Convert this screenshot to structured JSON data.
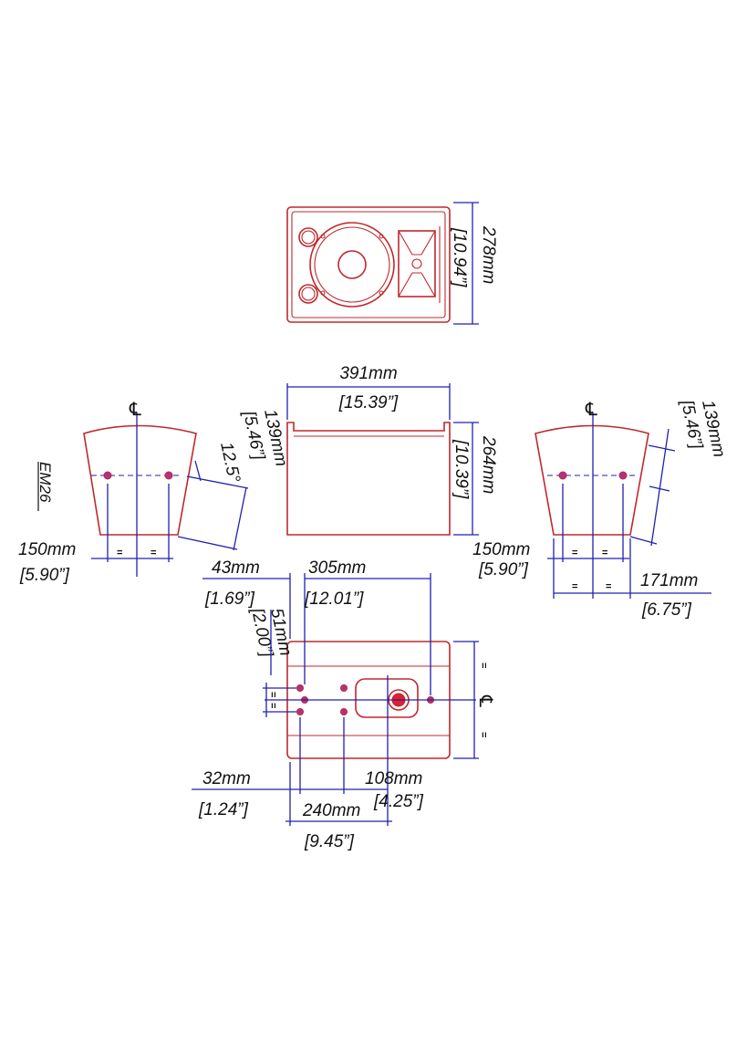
{
  "model_label": "EM26",
  "centerline_symbol": "℄",
  "equal_mark": "=",
  "front_view": {
    "height_mm": "278mm",
    "height_in": "[10.94”]"
  },
  "top_view": {
    "width_mm": "391mm",
    "width_in": "[15.39”]",
    "depth_mm": "264mm",
    "depth_in": "[10.39”]"
  },
  "left_side_view": {
    "slant_mm": "139mm",
    "slant_in": "[5.46”]",
    "angle": "12.5°",
    "base_mm": "150mm",
    "base_in": "[5.90”]"
  },
  "right_side_view": {
    "slant_mm": "139mm",
    "slant_in": "[5.46”]",
    "base_mm": "150mm",
    "base_in": "[5.90”]",
    "outer_mm": "171mm",
    "outer_in": "[6.75”]"
  },
  "bottom_view": {
    "offset_mm": "43mm",
    "offset_in": "[1.69”]",
    "span_mm": "305mm",
    "span_in": "[12.01”]",
    "vert_mm": "51mm",
    "vert_in": "[2.00”]",
    "edge_mm": "32mm",
    "edge_in": "[1.24”]",
    "center_mm": "108mm",
    "center_in": "[4.25”]",
    "total_mm": "240mm",
    "total_in": "[9.45”]"
  }
}
